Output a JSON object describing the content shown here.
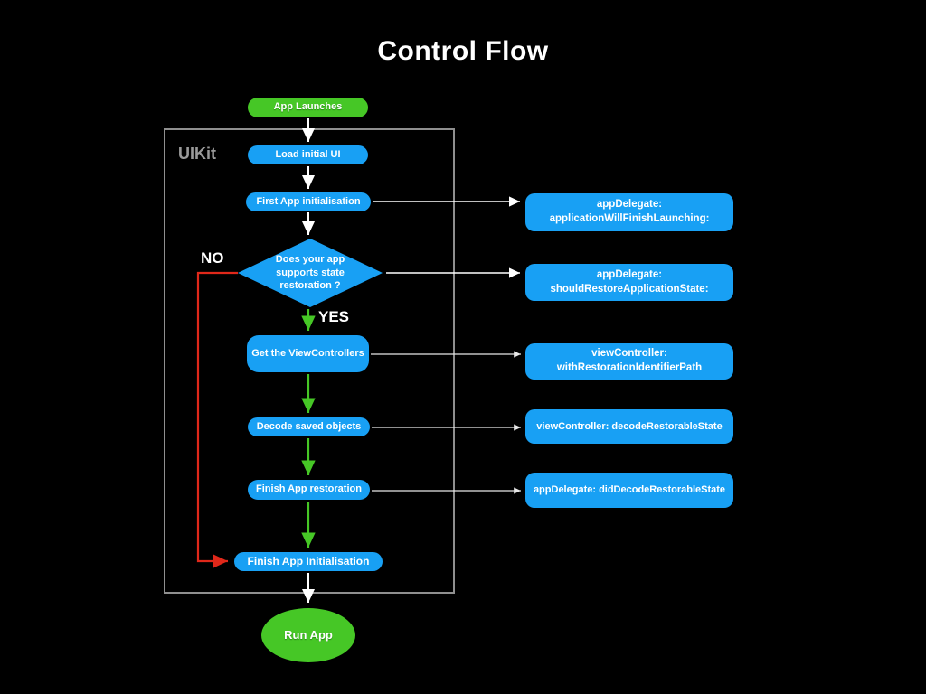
{
  "title": "Control Flow",
  "container_label": "UIKit",
  "branch_labels": {
    "no": "NO",
    "yes": "YES"
  },
  "nodes": {
    "start": "App Launches",
    "load_ui": "Load initial UI",
    "first_init": "First App initialisation",
    "decision": "Does your app supports state restoration ?",
    "get_vcs": "Get the ViewControllers",
    "decode": "Decode saved objects",
    "finish_restore": "Finish App restoration",
    "finish_init": "Finish App Initialisation",
    "end": "Run App"
  },
  "callouts": [
    "appDelegate: applicationWillFinishLaunching:",
    "appDelegate: shouldRestoreApplicationState:",
    "viewController: withRestorationIdentifierPath",
    "viewController: decodeRestorableState",
    "appDelegate: didDecodeRestorableState"
  ],
  "colors": {
    "process_blue": "#18a0f4",
    "terminal_green": "#46c726",
    "no_branch_red": "#e0281a",
    "container_border_gray": "#8f8f8f",
    "background": "#000000",
    "text": "#ffffff"
  }
}
